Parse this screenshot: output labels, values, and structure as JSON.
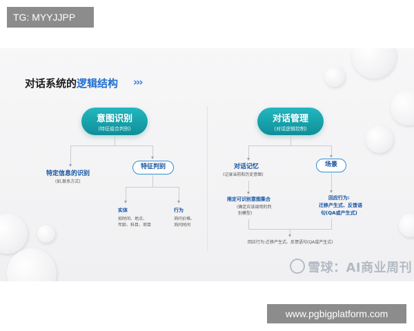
{
  "tag": "TG: MYYJJPP",
  "url": "www.pgbigplatform.com",
  "slide": {
    "title_prefix": "对话系统的",
    "title_highlight": "逻辑结构",
    "chevrons": "›››",
    "left": {
      "main_title": "意图识别",
      "main_sub": "(特征组合判别)",
      "node_a_title": "特定信息的识别",
      "node_a_sub": "(如,联系方式)",
      "node_b_title": "特征判别",
      "entity_title": "实体",
      "entity_items": [
        "如时间、地点、",
        "年龄、科目、项目"
      ],
      "behavior_title": "行为",
      "behavior_items": [
        "询问价格、",
        "询问时间"
      ]
    },
    "right": {
      "main_title": "对话管理",
      "main_sub": "(对话逻辑控制)",
      "node_a_title": "对话记忆",
      "node_a_sub": "(记录当前和历史意图)",
      "node_b_title": "场景",
      "limit_title": "限定可识别意图集合",
      "limit_sub": [
        "(确定应该调用的判",
        "别模型)"
      ],
      "response_title": [
        "回应行为:",
        "迁移产生式、反馈语",
        "句(QA或产生式)"
      ],
      "bottom_text": "回应行为:迁移产生式、反馈语句(QA或产生式)"
    },
    "watermark": "雪球：AI商业周刊"
  }
}
